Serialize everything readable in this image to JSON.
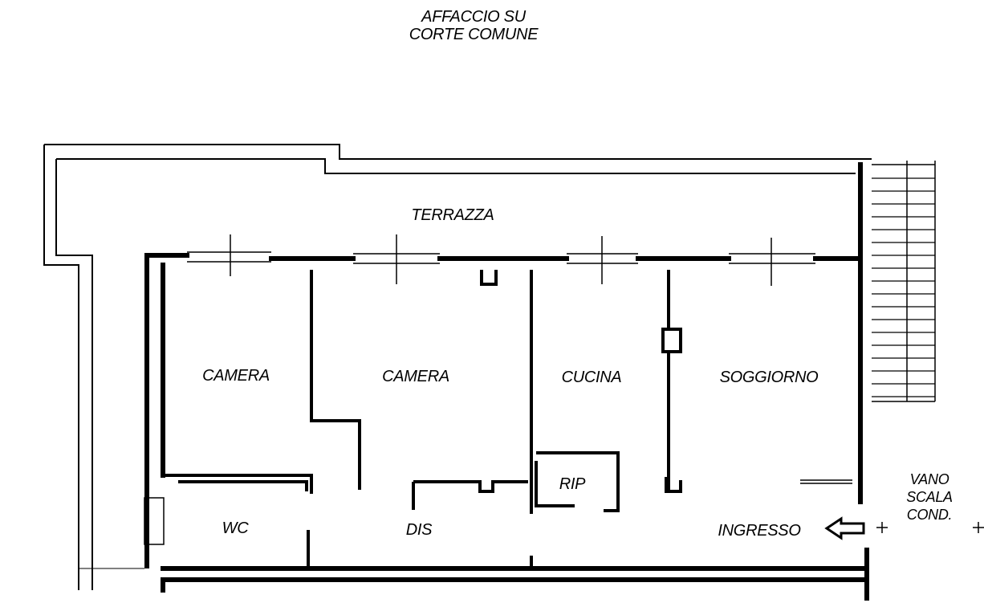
{
  "plan": {
    "top_note": [
      "AFFACCIO SU",
      "CORTE COMUNE"
    ],
    "rooms": {
      "terrazza": "TERRAZZA",
      "camera_1": "CAMERA",
      "camera_2": "CAMERA",
      "cucina": "CUCINA",
      "soggiorno": "SOGGIORNO",
      "rip": "RIP",
      "wc": "WC",
      "dis": "DIS",
      "ingresso": "INGRESSO"
    },
    "stair_note": [
      "VANO",
      "SCALA",
      "COND."
    ]
  },
  "colors": {
    "ink": "#000000",
    "paper": "#ffffff"
  }
}
